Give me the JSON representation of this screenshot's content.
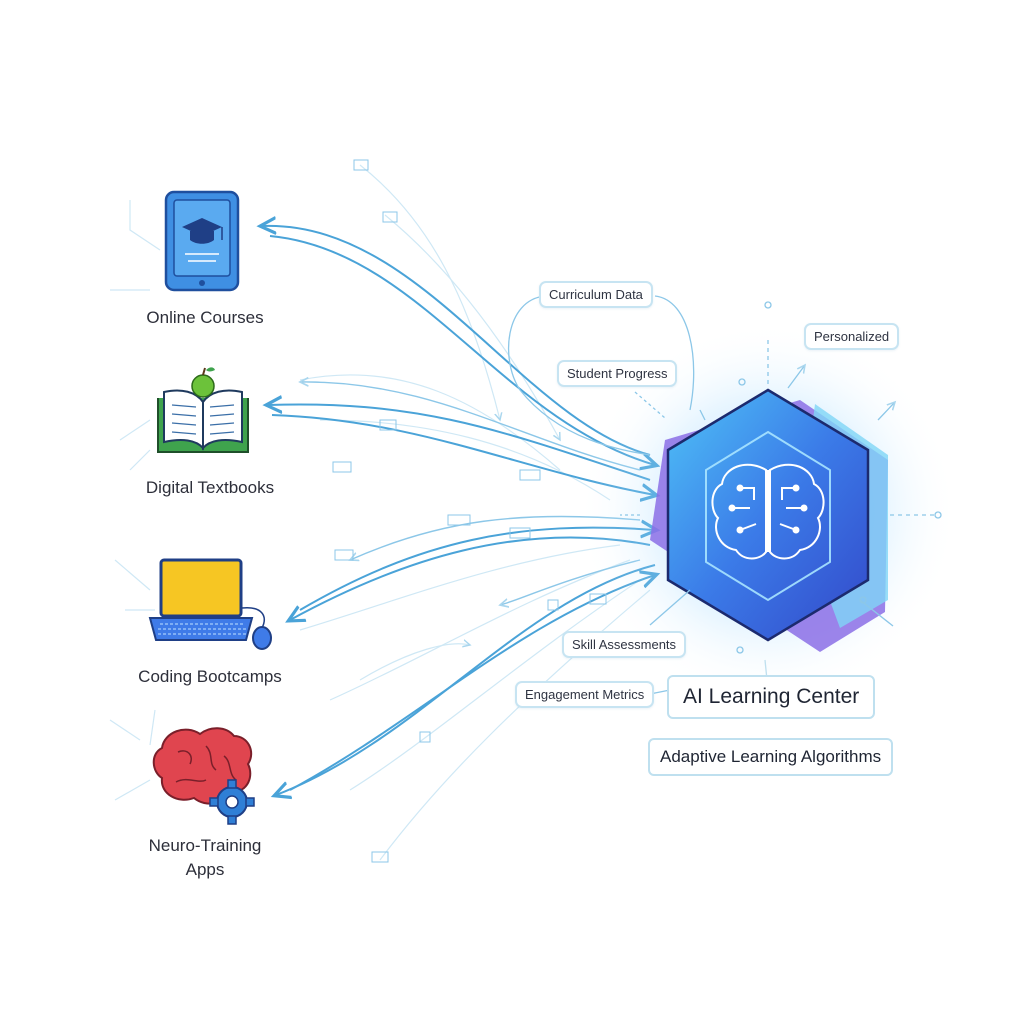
{
  "sources": [
    {
      "label": "Online Courses",
      "icon": "tablet-graduation-cap-icon"
    },
    {
      "label": "Digital Textbooks",
      "icon": "open-book-apple-icon"
    },
    {
      "label": "Coding Bootcamps",
      "icon": "laptop-mouse-icon"
    },
    {
      "label": "Neuro-Training",
      "label2": "Apps",
      "icon": "brain-gear-icon"
    }
  ],
  "tags": {
    "curriculum": "Curriculum Data",
    "progress": "Student Progress",
    "personalized": "Personalized",
    "skills": "Skill Assessments",
    "engagement": "Engagement Metrics"
  },
  "center": {
    "title": "AI Learning Center",
    "subtitle": "Adaptive Learning Algorithms",
    "icon": "circuit-brain-icon"
  },
  "colors": {
    "arrow": "#4aa3d8",
    "arrow_light": "#a9d6ee",
    "hex_blue": "#3f7be8",
    "hex_purple": "#8a6be0",
    "hex_cyan": "#6fd0f5",
    "brain_red": "#e0454f",
    "gear_blue": "#2f7fd6",
    "book_green": "#3fa34d",
    "laptop_yellow": "#f6c623"
  }
}
